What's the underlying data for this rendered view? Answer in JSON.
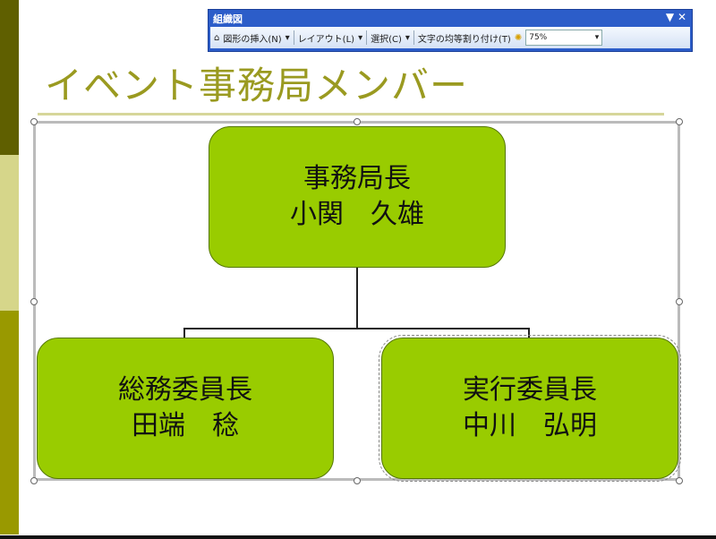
{
  "slide": {
    "title": "イベント事務局メンバー"
  },
  "org": {
    "top": {
      "role": "事務局長",
      "name": "小関　久雄"
    },
    "left": {
      "role": "総務委員長",
      "name": "田端　稔"
    },
    "right": {
      "role": "実行委員長",
      "name": "中川　弘明"
    }
  },
  "toolbar": {
    "title": "組織図",
    "insert_shape": "図形の挿入(N)",
    "layout": "レイアウト(L)",
    "select": "選択(C)",
    "fit_text": "文字の均等割り付け(T)",
    "zoom": "75%",
    "menu_glyph": "▼",
    "close_glyph": "✕"
  },
  "colors": {
    "node": "#99cc00",
    "title": "#9a9a20"
  }
}
